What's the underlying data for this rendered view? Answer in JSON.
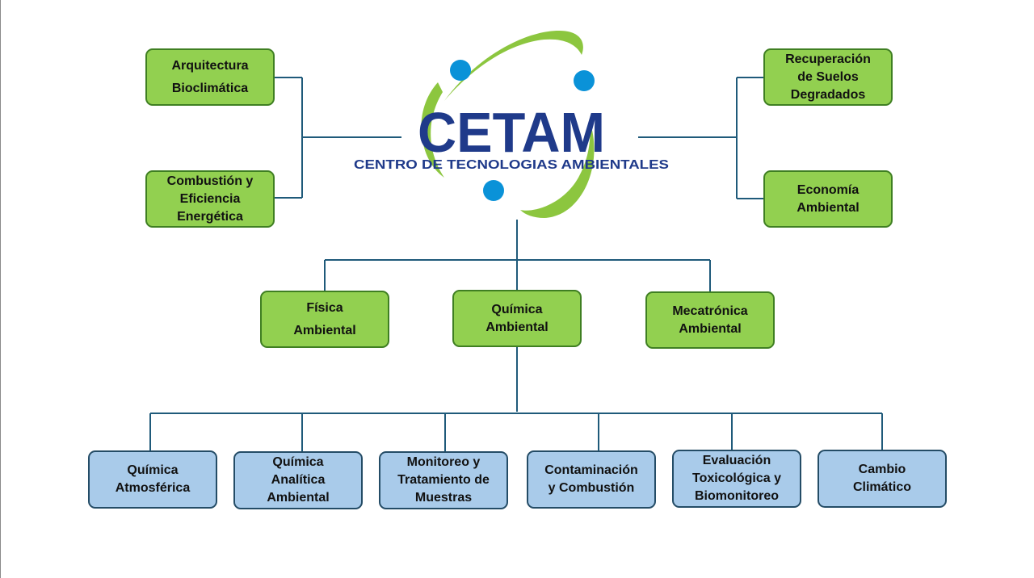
{
  "logo": {
    "wordmark": "CETAM",
    "tagline": "CENTRO DE TECNOLOGIAS AMBIENTALES",
    "colors": {
      "navy": "#1f3a8a",
      "green": "#8cc63f",
      "dot": "#0a92d8"
    }
  },
  "side_areas": {
    "arquitectura": [
      "Arquitectura",
      "Bioclimática"
    ],
    "combustion": [
      "Combustión y",
      "Eficiencia",
      "Energética"
    ],
    "recuperacion": [
      "Recuperación",
      "de Suelos",
      "Degradados"
    ],
    "economia": [
      "Economía",
      "Ambiental"
    ]
  },
  "departments": {
    "fisica": [
      "Física",
      "Ambiental"
    ],
    "quimica": [
      "Química",
      "Ambiental"
    ],
    "mecatronica": [
      "Mecatrónica",
      "Ambiental"
    ]
  },
  "labs": {
    "atmosferica": [
      "Química",
      "Atmosférica"
    ],
    "analitica": [
      "Química",
      "Analítica",
      "Ambiental"
    ],
    "monitoreo": [
      "Monitoreo y",
      "Tratamiento de",
      "Muestras"
    ],
    "contaminacion": [
      "Contaminación",
      "y Combustión"
    ],
    "toxicologica": [
      "Evaluación",
      "Toxicológica y",
      "Biomonitoreo"
    ],
    "cambio": [
      "Cambio",
      "Climático"
    ]
  },
  "colors": {
    "green_fill": "#92d050",
    "blue_fill": "#a9cbea",
    "connector": "#1f5a7a"
  }
}
